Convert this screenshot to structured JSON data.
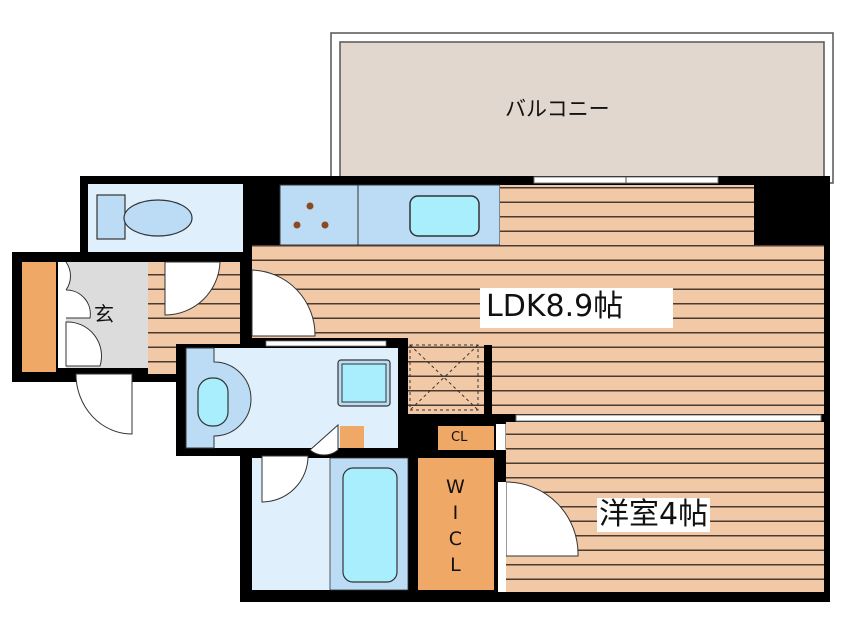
{
  "floorplan": {
    "rooms": {
      "balcony": {
        "label": "バルコニー"
      },
      "ldk": {
        "label": "LDK8.9帖"
      },
      "western_room": {
        "label": "洋室4帖"
      },
      "entrance": {
        "label": "玄"
      },
      "wic": {
        "label": "W\nI\nC\nL",
        "chars": [
          "W",
          "I",
          "C",
          "L"
        ]
      },
      "closet": {
        "label": "CL"
      }
    },
    "colors": {
      "wall": "#000000",
      "floor_wood": "#f2c9a6",
      "floor_line": "#4a3a30",
      "balcony": "#e2d7cf",
      "wet_area": "#dff0fc",
      "fixture_blue": "#bcdcf5",
      "water": "#a8eefc",
      "storage": "#f0a866",
      "entrance_floor": "#dcdcdc"
    }
  }
}
